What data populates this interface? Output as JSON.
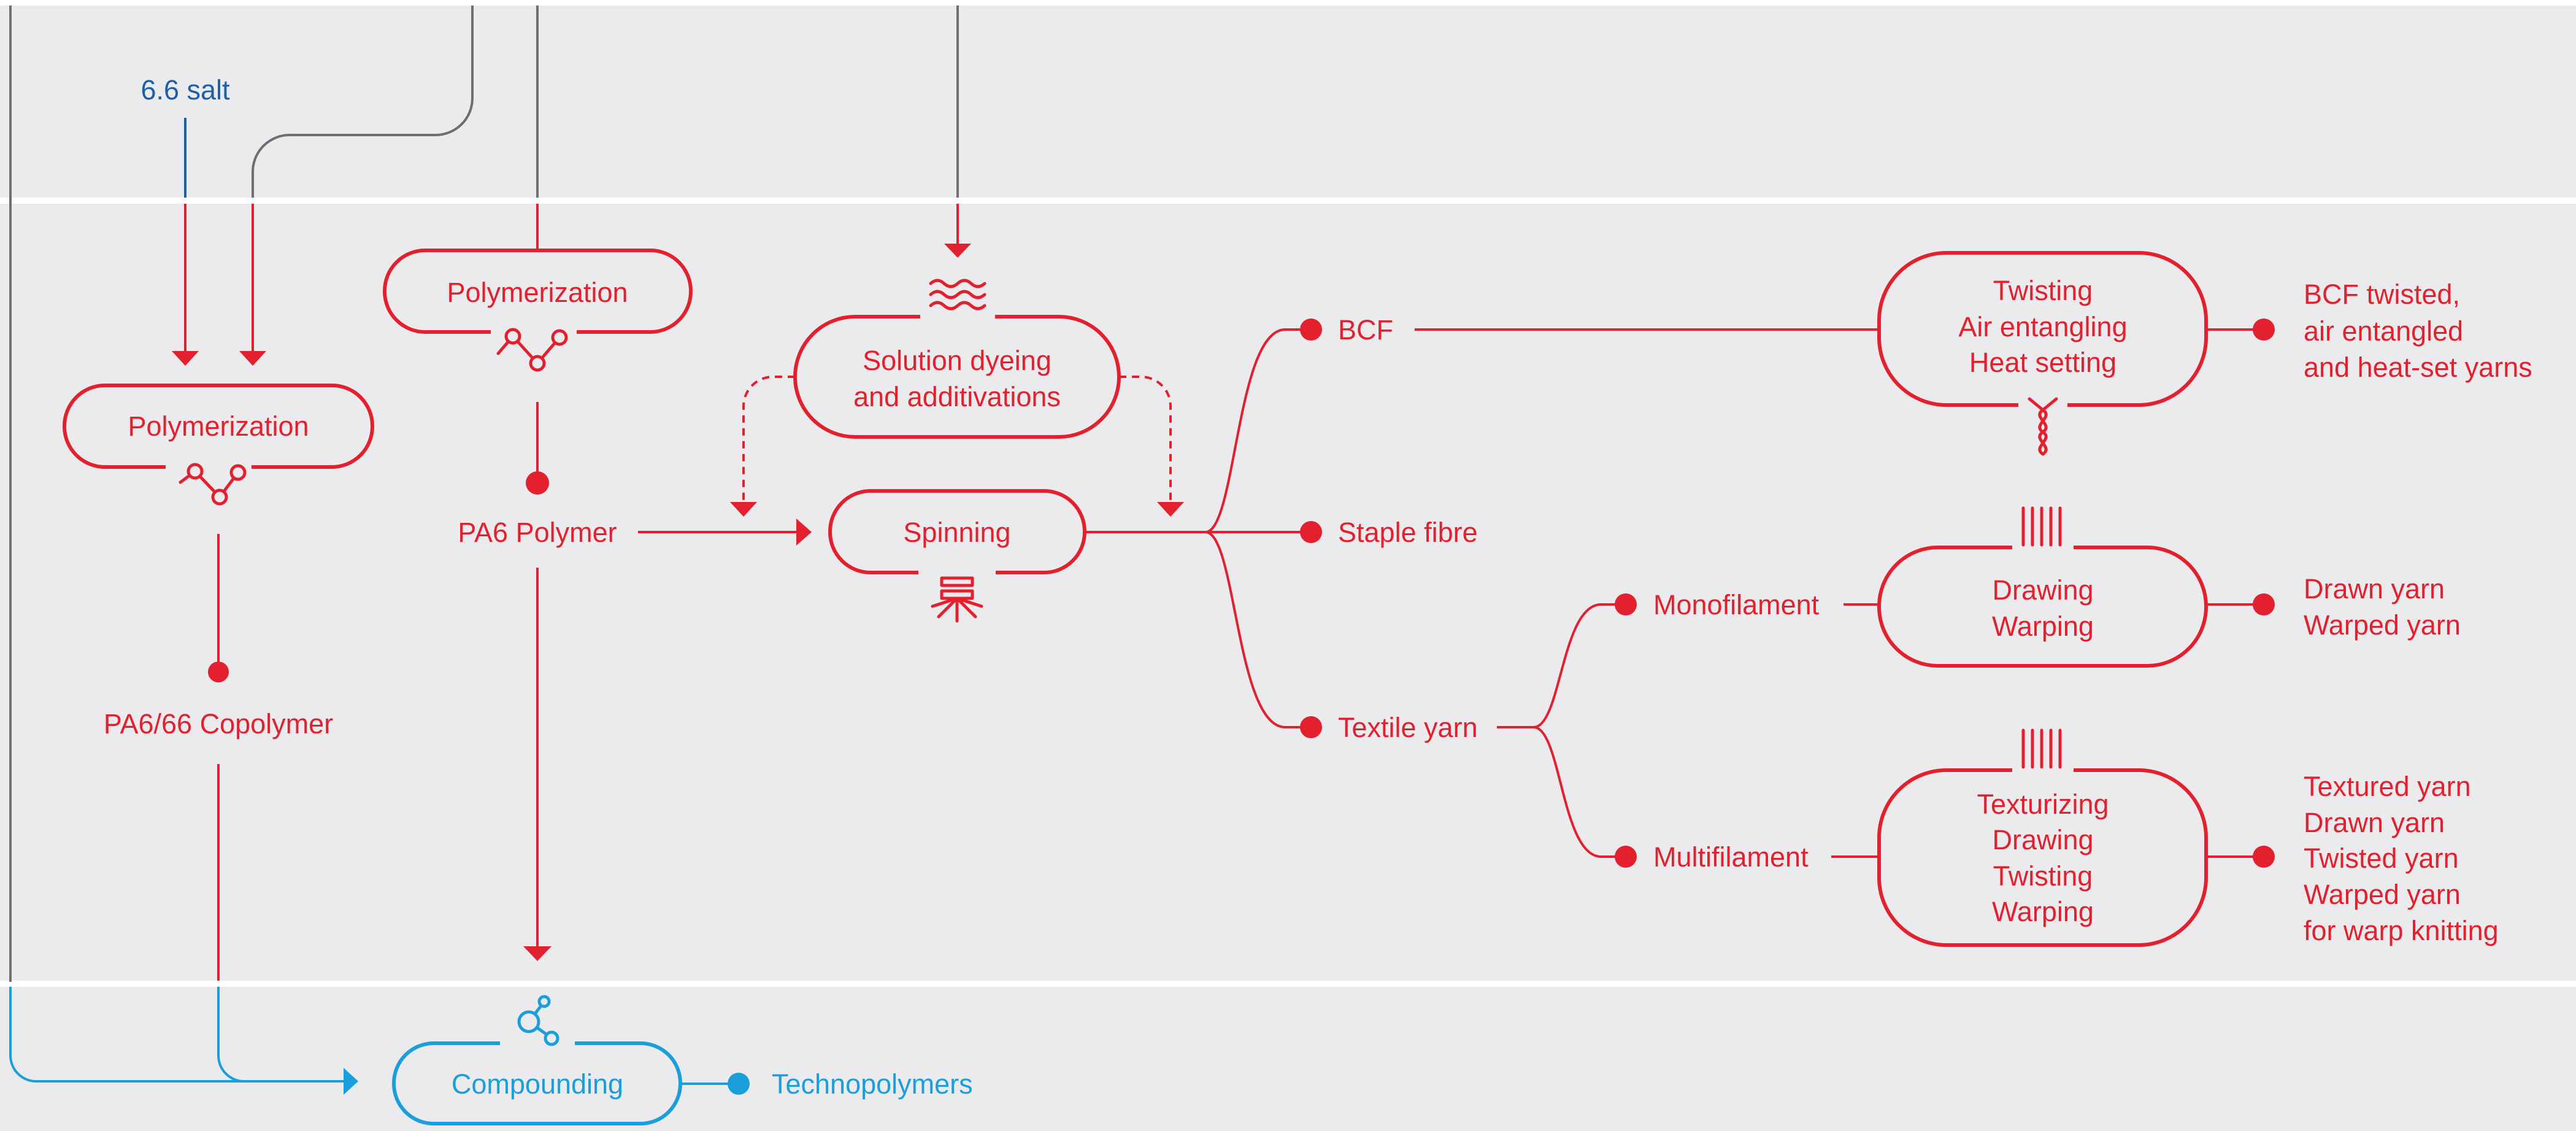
{
  "inputs": {
    "salt": "6.6 salt"
  },
  "processes": {
    "polymerization_left": "Polymerization",
    "polymerization_center": "Polymerization",
    "solution_dyeing": [
      "Solution dyeing",
      "and additivations"
    ],
    "spinning": "Spinning",
    "twisting": [
      "Twisting",
      "Air entangling",
      "Heat setting"
    ],
    "drawing_warping": [
      "Drawing",
      "Warping"
    ],
    "texturizing": [
      "Texturizing",
      "Drawing",
      "Twisting",
      "Warping"
    ],
    "compounding": "Compounding"
  },
  "products": {
    "pa6_66": "PA6/66 Copolymer",
    "pa6": "PA6 Polymer",
    "bcf": "BCF",
    "staple": "Staple fibre",
    "textile": "Textile yarn",
    "monofilament": "Monofilament",
    "multifilament": "Multifilament",
    "technopolymers": "Technopolymers"
  },
  "outputs": {
    "bcf_out": [
      "BCF twisted,",
      "air entangled",
      "and heat-set yarns"
    ],
    "mono_out": [
      "Drawn yarn",
      "Warped yarn"
    ],
    "multi_out": [
      "Textured yarn",
      "Drawn yarn",
      "Twisted yarn",
      "Warped yarn",
      "for warp knitting"
    ]
  },
  "colors": {
    "process_red": "#e3202e",
    "compounding_blue": "#1a9fdc",
    "salt_blue": "#1d5fa8",
    "band_divider": "#ffffff",
    "background": "#ebebed",
    "feed_line_grey": "#6e6e73"
  }
}
